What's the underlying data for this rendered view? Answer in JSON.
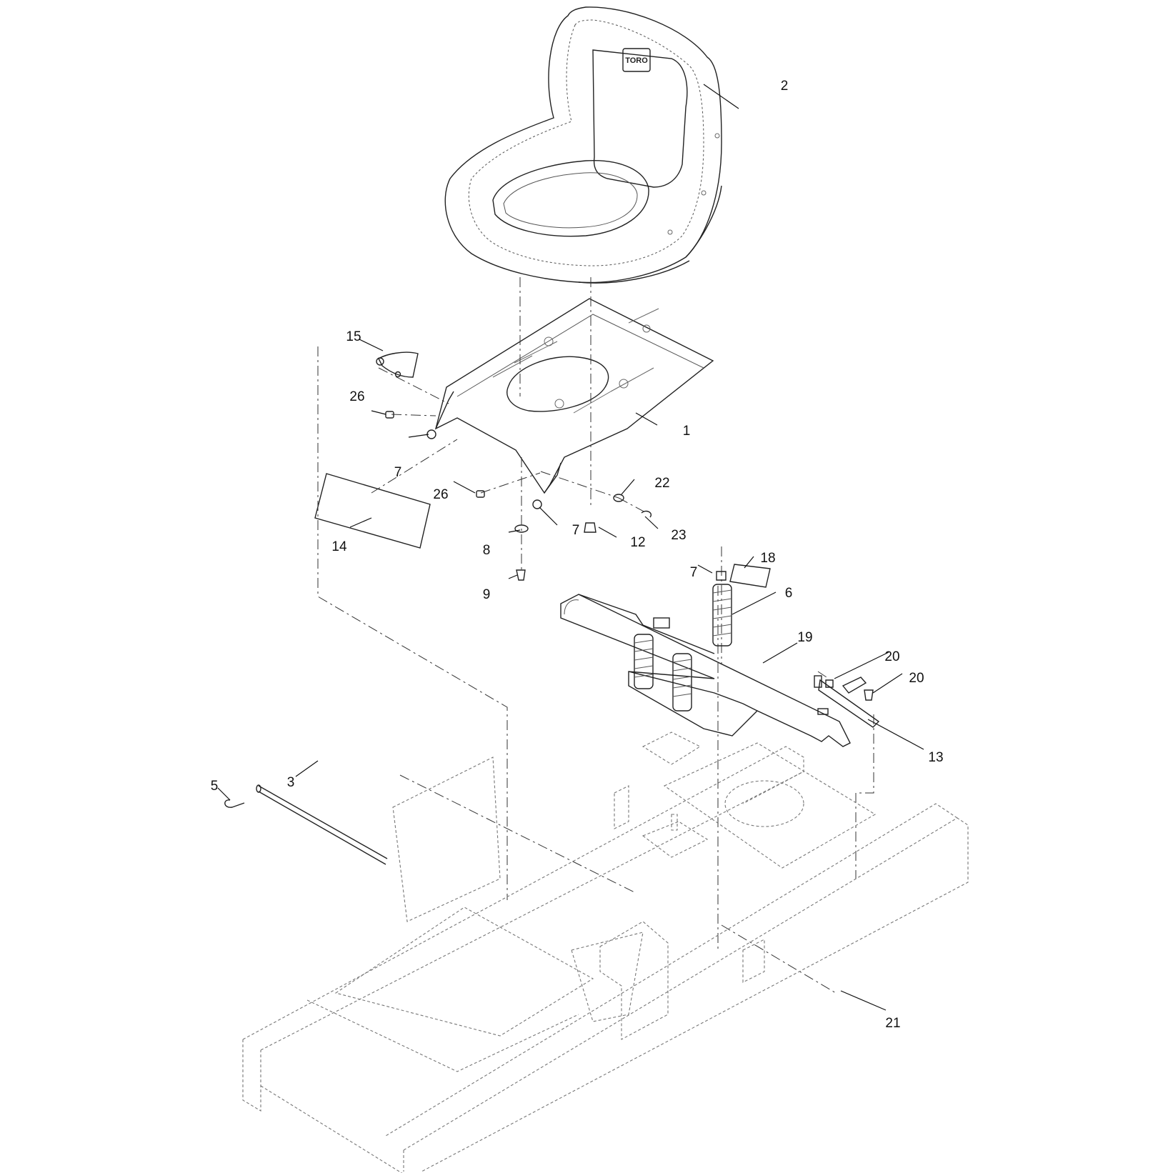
{
  "logo": {
    "text": "TORO"
  },
  "callouts": [
    {
      "id": "c2",
      "label": "2"
    },
    {
      "id": "c15",
      "label": "15"
    },
    {
      "id": "c26a",
      "label": "26"
    },
    {
      "id": "c1",
      "label": "1"
    },
    {
      "id": "c7a",
      "label": "7"
    },
    {
      "id": "c26b",
      "label": "26"
    },
    {
      "id": "c22",
      "label": "22"
    },
    {
      "id": "c7b",
      "label": "7"
    },
    {
      "id": "c12",
      "label": "12"
    },
    {
      "id": "c23",
      "label": "23"
    },
    {
      "id": "c14",
      "label": "14"
    },
    {
      "id": "c8",
      "label": "8"
    },
    {
      "id": "c9",
      "label": "9"
    },
    {
      "id": "c18",
      "label": "18"
    },
    {
      "id": "c7c",
      "label": "7"
    },
    {
      "id": "c6",
      "label": "6"
    },
    {
      "id": "c19",
      "label": "19"
    },
    {
      "id": "c20a",
      "label": "20"
    },
    {
      "id": "c20b",
      "label": "20"
    },
    {
      "id": "c13",
      "label": "13"
    },
    {
      "id": "c5",
      "label": "5"
    },
    {
      "id": "c3",
      "label": "3"
    },
    {
      "id": "c21",
      "label": "21"
    }
  ]
}
